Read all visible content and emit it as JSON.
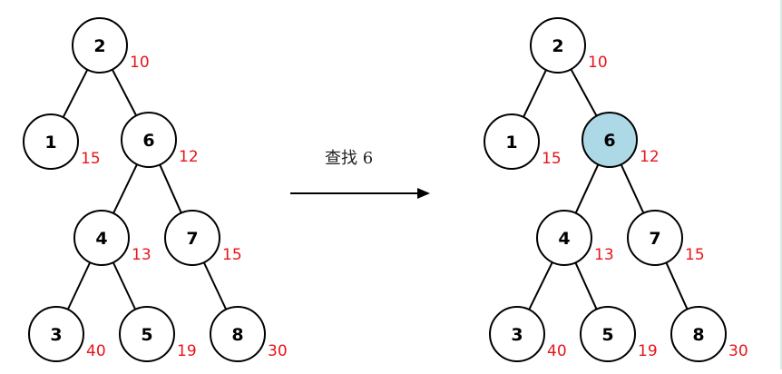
{
  "operation": {
    "label": "查找 6"
  },
  "trees": [
    {
      "id": "before",
      "nodes": [
        {
          "key": "2",
          "value": "10",
          "highlighted": false
        },
        {
          "key": "1",
          "value": "15",
          "highlighted": false
        },
        {
          "key": "6",
          "value": "12",
          "highlighted": false
        },
        {
          "key": "4",
          "value": "13",
          "highlighted": false
        },
        {
          "key": "7",
          "value": "15",
          "highlighted": false
        },
        {
          "key": "3",
          "value": "40",
          "highlighted": false
        },
        {
          "key": "5",
          "value": "19",
          "highlighted": false
        },
        {
          "key": "8",
          "value": "30",
          "highlighted": false
        }
      ],
      "edges": [
        [
          "2",
          "1"
        ],
        [
          "2",
          "6"
        ],
        [
          "6",
          "4"
        ],
        [
          "6",
          "7"
        ],
        [
          "4",
          "3"
        ],
        [
          "4",
          "5"
        ],
        [
          "7",
          "8"
        ]
      ]
    },
    {
      "id": "after",
      "nodes": [
        {
          "key": "2",
          "value": "10",
          "highlighted": false
        },
        {
          "key": "1",
          "value": "15",
          "highlighted": false
        },
        {
          "key": "6",
          "value": "12",
          "highlighted": true
        },
        {
          "key": "4",
          "value": "13",
          "highlighted": false
        },
        {
          "key": "7",
          "value": "15",
          "highlighted": false
        },
        {
          "key": "3",
          "value": "40",
          "highlighted": false
        },
        {
          "key": "5",
          "value": "19",
          "highlighted": false
        },
        {
          "key": "8",
          "value": "30",
          "highlighted": false
        }
      ],
      "edges": [
        [
          "2",
          "1"
        ],
        [
          "2",
          "6"
        ],
        [
          "6",
          "4"
        ],
        [
          "6",
          "7"
        ],
        [
          "4",
          "3"
        ],
        [
          "4",
          "5"
        ],
        [
          "7",
          "8"
        ]
      ]
    }
  ],
  "colors": {
    "node_fill": "#ffffff",
    "highlight_fill": "#add8e6",
    "value_text": "#e8141a",
    "stroke": "#000000"
  }
}
